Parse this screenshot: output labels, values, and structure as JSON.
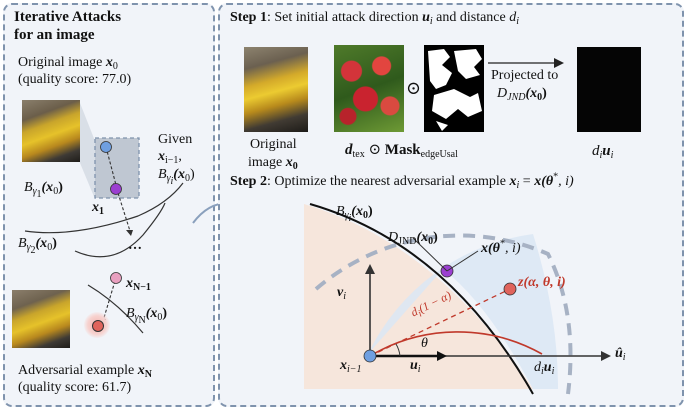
{
  "left_panel": {
    "title_line1": "Iterative Attacks",
    "title_line2": "for an image",
    "original_label": "Original image",
    "original_var": "x",
    "original_sub": "0",
    "original_quality": "(quality score: 77.0)",
    "given_word": "Given",
    "given_var": "x",
    "given_sub": "i−1",
    "given_comma": ",",
    "given_ball": "B",
    "given_ball_sub": "γ",
    "given_ball_subsub": "i",
    "given_ball_arg": "(x",
    "given_ball_arg_sub": "0",
    "given_ball_close": ")",
    "ball1": "B",
    "ball1_sub": "γ",
    "ball1_subsub": "1",
    "ball1_arg": "(x",
    "ball1_arg_sub": "0",
    "ball1_close": ")",
    "x1": "x",
    "x1_sub": "1",
    "ball2": "B",
    "ball2_sub": "γ",
    "ball2_subsub": "2",
    "ball2_arg": "(x",
    "ball2_arg_sub": "0",
    "ball2_close": ")",
    "ellipsis": "…",
    "xn1": "x",
    "xn1_sub": "N−1",
    "ballN": "B",
    "ballN_sub": "γ",
    "ballN_subsub": "N",
    "ballN_arg": "(x",
    "ballN_arg_sub": "0",
    "ballN_close": ")",
    "adversarial_label": "Adversarial example",
    "adversarial_var": "x",
    "adversarial_sub": "N",
    "adversarial_quality": "(quality score: 61.7)"
  },
  "step1": {
    "step_label": "Step 1",
    "text": ": Set initial attack direction",
    "u": "u",
    "u_sub": "i",
    "and_distance": "and distance",
    "d": "d",
    "d_sub": "i",
    "orig_caption_line1": "Original",
    "orig_caption_line2": "image",
    "orig_var": "x",
    "orig_sub": "0",
    "odot": "⊙",
    "dtex": "d",
    "dtex_sub": "tex",
    "mask": "Mask",
    "mask_sub": "edgeUsal",
    "projected_line1": "Projected to",
    "projected_D": "D",
    "projected_D_sub": "JND",
    "projected_arg": "(x",
    "projected_arg_sub": "0",
    "projected_close": ")",
    "result_d": "d",
    "result_d_sub": "i",
    "result_u": "u",
    "result_u_sub": "i"
  },
  "step2": {
    "step_label": "Step 2",
    "text": ": Optimize the nearest adversarial example",
    "xi": "x",
    "xi_sub": "i",
    "eq": "=",
    "xfun": "x(θ",
    "xfun_sup": "*",
    "xfun_tail": ", i)",
    "ball": "B",
    "ball_sub": "γ",
    "ball_subsub": "i",
    "ball_arg": "(x",
    "ball_arg_sub": "0",
    "ball_close": ")",
    "djnd": "D",
    "djnd_sub": "JND",
    "djnd_arg": "(x",
    "djnd_arg_sub": "0",
    "djnd_close": ")",
    "xtheta": "x(θ",
    "xtheta_sup": "*",
    "xtheta_tail": ", i)",
    "z": "z(α, θ, i)",
    "v": "v",
    "v_sub": "i",
    "dist_label": "d",
    "dist_sub": "i",
    "dist_tail": "(1 − α)",
    "theta": "θ",
    "origin": "x",
    "origin_sub": "i−1",
    "u_axis": "u",
    "u_axis_sub": "i",
    "uhat": "û",
    "uhat_sub": "i",
    "du": "d",
    "du_sub": "i",
    "du_u": "u",
    "du_u_sub": "i"
  },
  "colors": {
    "panel_border": "#7f93ad",
    "panel_bg": "#f1f4f9",
    "ball_fill": "#f6e6dc",
    "jnd_fill": "#dbe6f5",
    "blue_point": "#6f9fe0",
    "purple_point": "#9b3fd1",
    "red_point": "#e0645c",
    "pink_point": "#e9a0c0",
    "red_curve": "#c0392b"
  }
}
